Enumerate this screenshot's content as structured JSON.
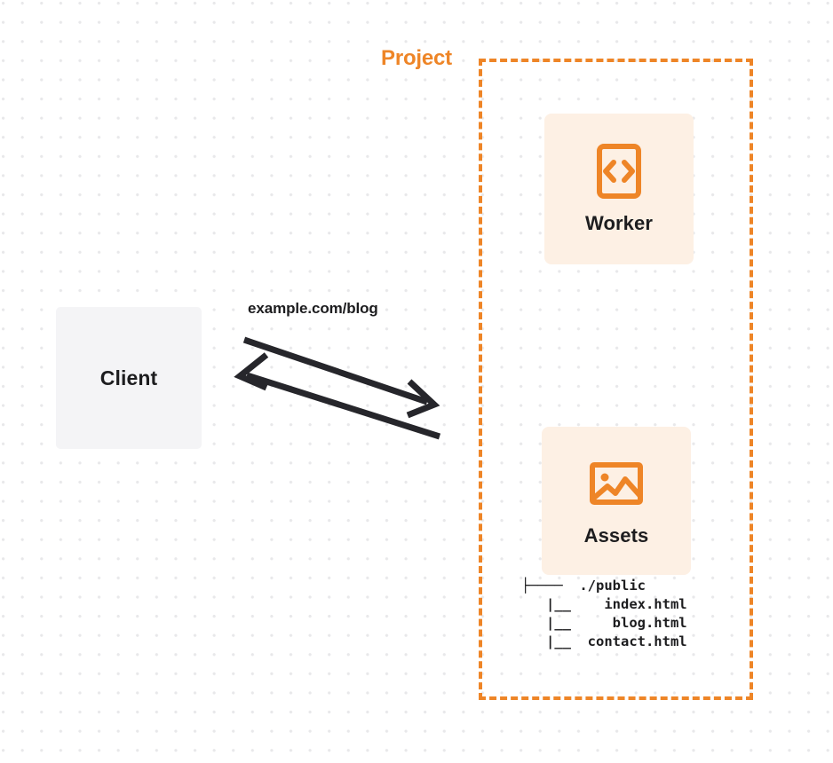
{
  "diagram": {
    "title": "Cloudflare Worker with static assets request flow",
    "background": {
      "grid": "dot-grid",
      "color": "#ffffff",
      "dot_color": "#e8e8ea"
    },
    "colors": {
      "accent_orange": "#ee8527",
      "card_background": "#fdf0e4",
      "client_background": "#f4f4f6",
      "text": "#1d1d1f",
      "arrow": "#26262b"
    }
  },
  "client": {
    "label": "Client",
    "icon": "client-box"
  },
  "connection": {
    "label": "example.com/blog",
    "request_arrow": "arrow-right",
    "response_arrow": "arrow-left"
  },
  "project": {
    "title": "Project",
    "border_style": "dashed",
    "nodes": [
      {
        "id": "worker",
        "label": "Worker",
        "icon": "code-document-icon"
      },
      {
        "id": "assets",
        "label": "Assets",
        "icon": "image-icon"
      }
    ]
  },
  "file_tree": {
    "lines": [
      {
        "prefix": "├────",
        "name": "./public"
      },
      {
        "prefix": "   |__ ",
        "name": "   index.html"
      },
      {
        "prefix": "   |__ ",
        "name": "    blog.html"
      },
      {
        "prefix": "   |__ ",
        "name": " contact.html"
      }
    ],
    "text": "├────  ./public\n   |__    index.html\n   |__     blog.html\n   |__  contact.html"
  }
}
